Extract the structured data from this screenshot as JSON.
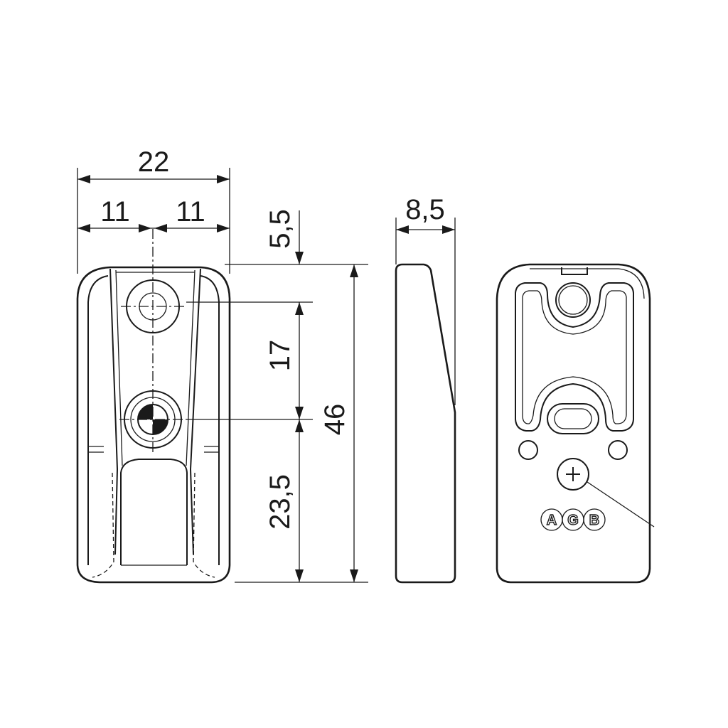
{
  "dimensions": {
    "total_width": "22",
    "half_left": "11",
    "half_right": "11",
    "top_offset": "5,5",
    "hole_spacing": "17",
    "total_height": "46",
    "bottom_offset": "23,5",
    "thickness": "8,5"
  },
  "back_view": {
    "logo_letters": [
      "A",
      "G",
      "B"
    ]
  },
  "colors": {
    "line": "#1a1a1a",
    "background": "#ffffff"
  }
}
